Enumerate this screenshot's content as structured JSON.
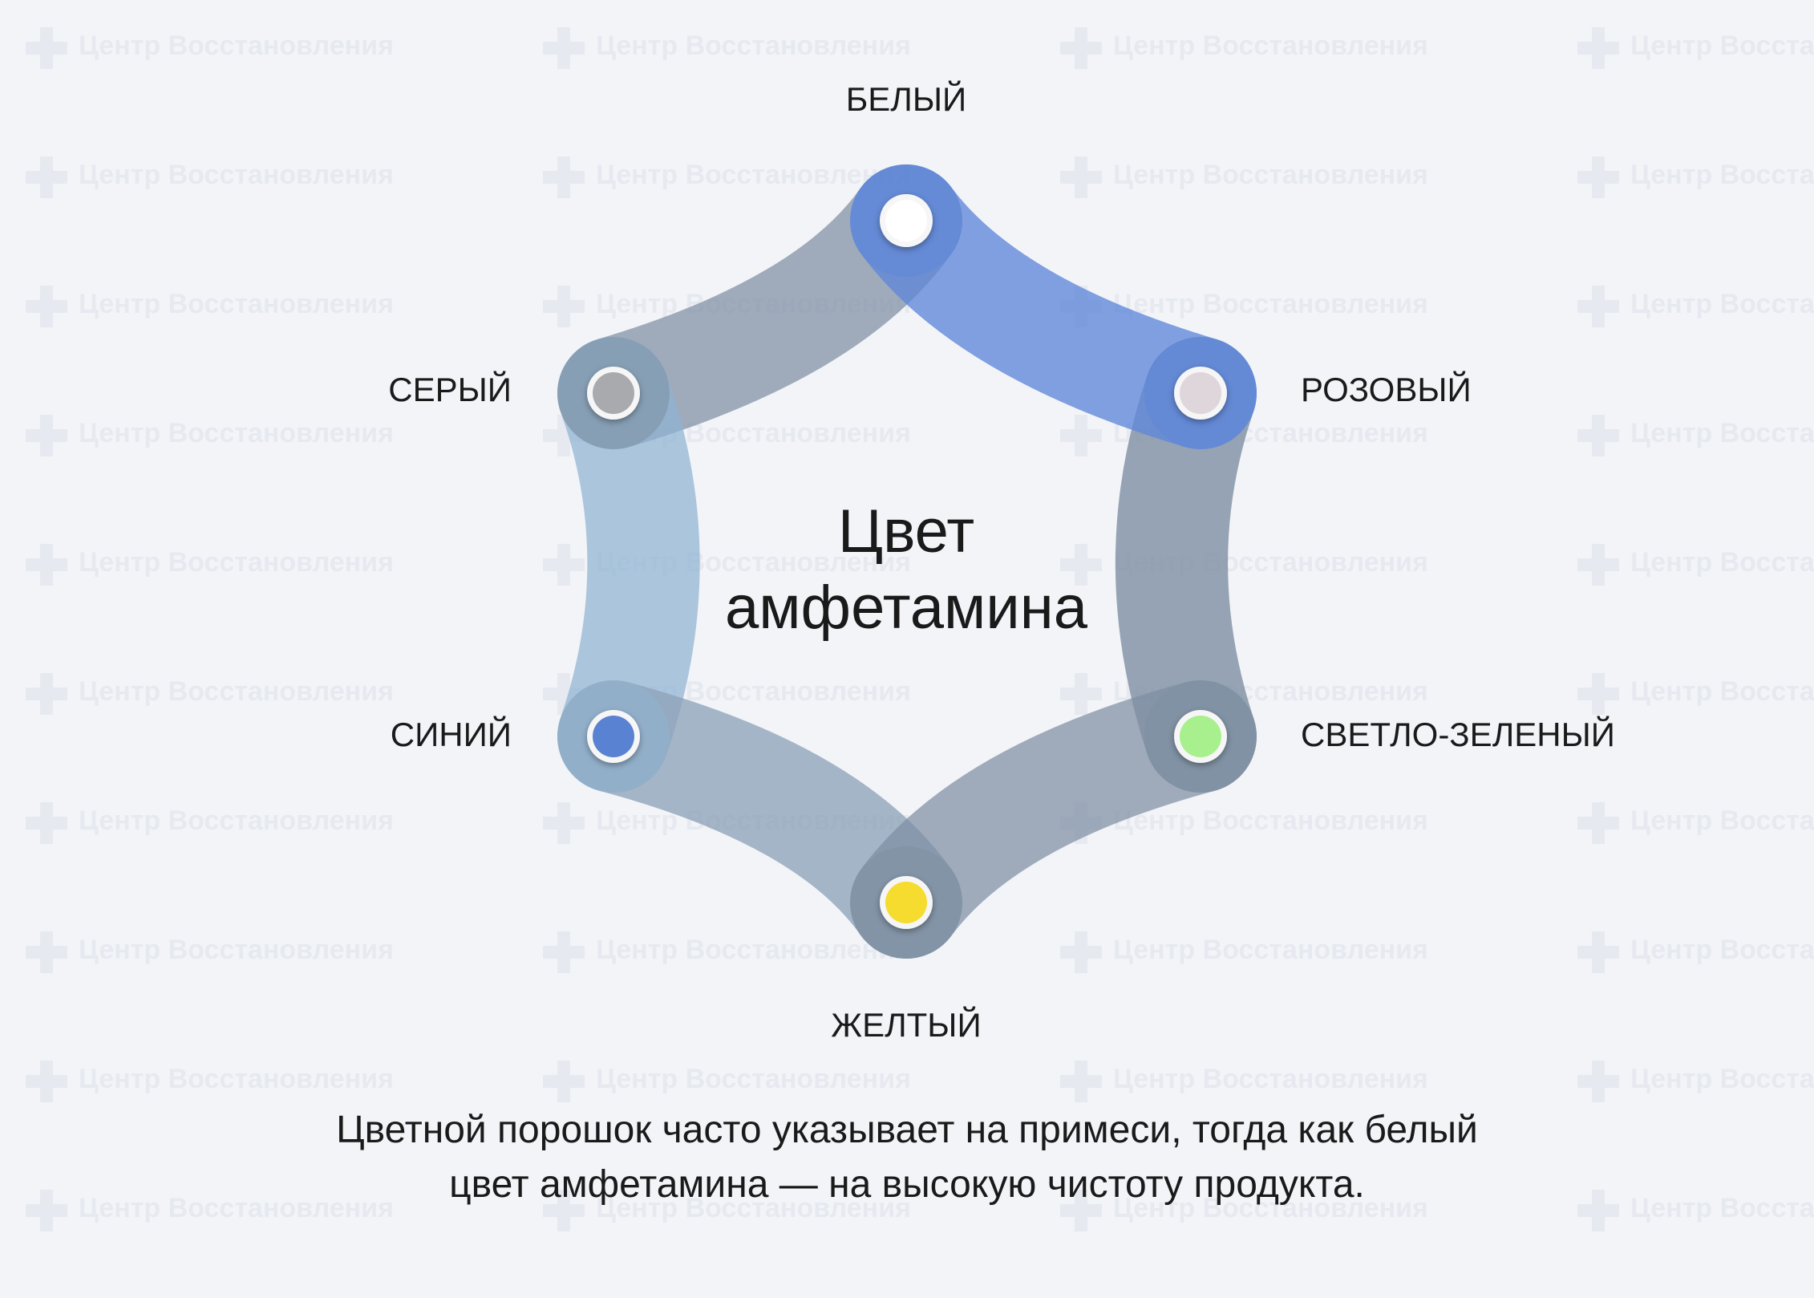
{
  "watermark": {
    "text": "Центр Восстановления"
  },
  "diagram": {
    "title_lines": [
      "Цвет",
      "амфетамина"
    ],
    "nodes": [
      {
        "id": "white",
        "label": "БЕЛЫЙ",
        "dot_color": "#ffffff"
      },
      {
        "id": "pink",
        "label": "РОЗОВЫЙ",
        "dot_color": "#ded6da"
      },
      {
        "id": "lgreen",
        "label": "СВЕТЛО-ЗЕЛЕНЫЙ",
        "dot_color": "#a8f08e"
      },
      {
        "id": "yellow",
        "label": "ЖЕЛТЫЙ",
        "dot_color": "#f5dc2e"
      },
      {
        "id": "blue",
        "label": "СИНИЙ",
        "dot_color": "#5a82d2"
      },
      {
        "id": "grey",
        "label": "СЕРЫЙ",
        "dot_color": "#a9aaae"
      }
    ],
    "colors": {
      "band_highlight": "#5f87d8",
      "band_slate": "#7e8fa3",
      "band_lightblue": "#8fb3d2",
      "band_steel": "#8ea3b9"
    }
  },
  "caption": {
    "line1": "Цветной порошок часто указывает на примеси, тогда как белый",
    "line2": "цвет амфетамина — на высокую чистоту продукта."
  }
}
